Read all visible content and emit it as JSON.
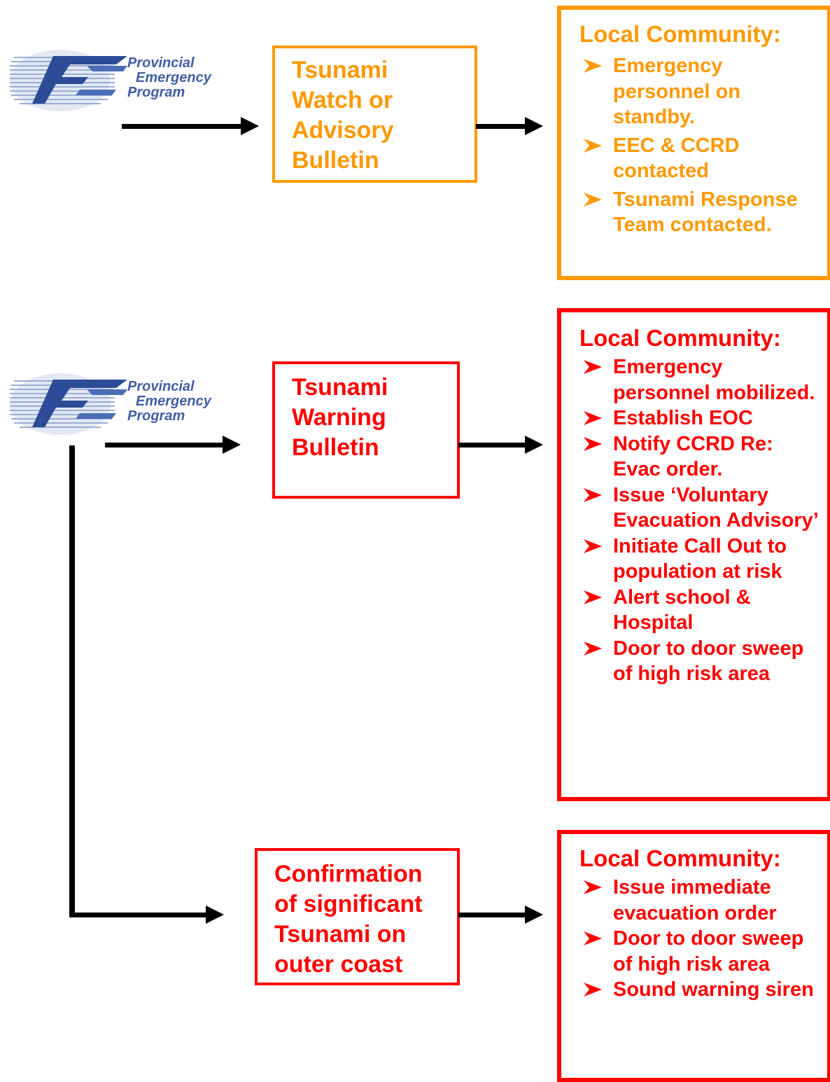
{
  "colors": {
    "advisory": "#ff9900",
    "warning": "#ff0000",
    "arrow": "#000000",
    "logo": "#3f5fa5"
  },
  "logo": {
    "line1": "Provincial",
    "line2": "Emergency",
    "line3": "Program",
    "mark": "PEP"
  },
  "stages": [
    {
      "id": "watch",
      "box_lines": [
        "Tsunami",
        "Watch or",
        "Advisory",
        "Bulletin"
      ],
      "panel_title": "Local Community:",
      "actions": [
        "Emergency personnel on standby.",
        "EEC & CCRD contacted",
        "Tsunami Response Team contacted."
      ]
    },
    {
      "id": "warning",
      "box_lines": [
        "Tsunami",
        "Warning",
        "Bulletin"
      ],
      "panel_title": "Local Community:",
      "actions": [
        "Emergency personnel mobilized.",
        "Establish EOC",
        "Notify CCRD Re: Evac order.",
        "Issue ‘Voluntary Evacuation Advisory’",
        "Initiate Call Out to population at risk",
        "Alert school & Hospital",
        "Door to door sweep of high risk area"
      ]
    },
    {
      "id": "confirmation",
      "box_lines": [
        "Confirmation",
        "of significant",
        "Tsunami on",
        "outer coast"
      ],
      "panel_title": "Local Community:",
      "actions": [
        "Issue immediate evacuation order",
        "Door to door sweep of high risk area",
        "Sound warning siren"
      ]
    }
  ]
}
